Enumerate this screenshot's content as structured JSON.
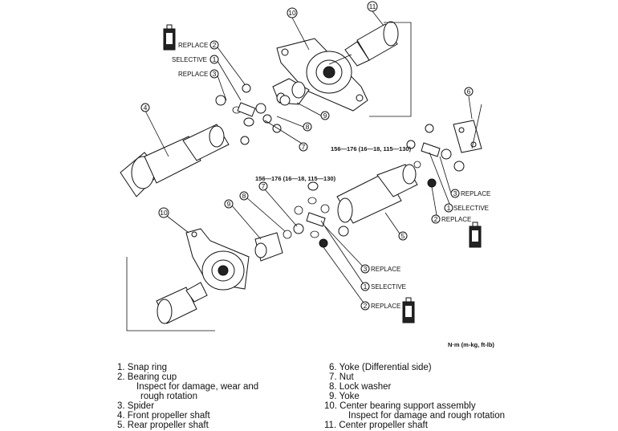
{
  "callouts": {
    "replace": "REPLACE",
    "selective": "SELECTIVE",
    "torque": "156—176 (16—18, 115—130)",
    "units": "N·m (m-kg, ft-lb)"
  },
  "numbers": {
    "n1": "1",
    "n2": "2",
    "n3": "3",
    "n4": "4",
    "n5": "5",
    "n6": "6",
    "n7": "7",
    "n8": "8",
    "n9": "9",
    "n10": "10",
    "n11": "11"
  },
  "legend": {
    "left": [
      "1. Snap ring",
      "2. Bearing cup",
      "Inspect for damage, wear and",
      "rough rotation",
      "3. Spider",
      "4. Front propeller shaft",
      "5. Rear propeller shaft"
    ],
    "right": [
      "6. Yoke (Differential side)",
      "7. Nut",
      "8. Lock washer",
      "9. Yoke",
      "10. Center bearing support assembly",
      "Inspect for damage and rough rotation",
      "11. Center propeller shaft"
    ]
  }
}
